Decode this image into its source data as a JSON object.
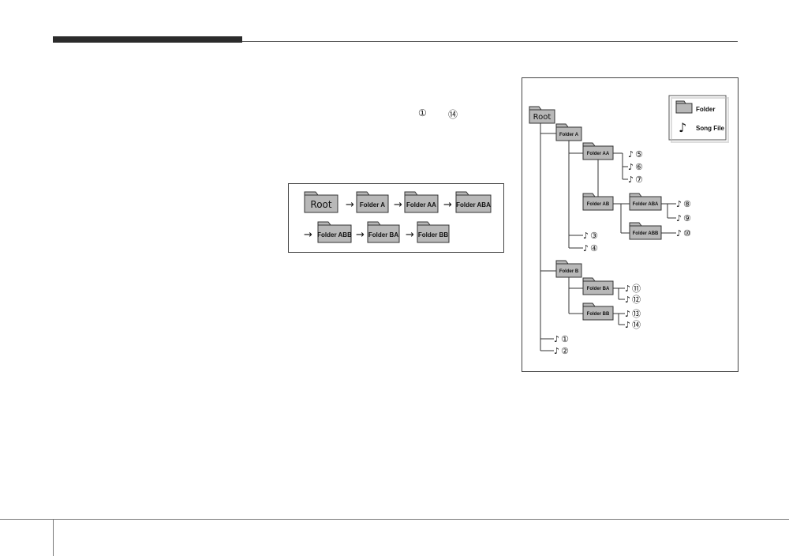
{
  "text": {
    "first_number": "①",
    "last_number": "⑭"
  },
  "order": {
    "row1": [
      "Root",
      "Folder A",
      "Folder AA",
      "Folder ABA"
    ],
    "row2": [
      "Folder ABB",
      "Folder BA",
      "Folder BB"
    ],
    "arrow": "→"
  },
  "tree": {
    "legend": {
      "folder": "Folder",
      "song": "Song File"
    },
    "note_glyph": "♪",
    "folders": {
      "root": "Root",
      "a": "Folder A",
      "aa": "Folder AA",
      "ab": "Folder AB",
      "aba": "Folder ABA",
      "abb": "Folder ABB",
      "b": "Folder B",
      "ba": "Folder BA",
      "bb": "Folder BB"
    },
    "songs": {
      "s1": "①",
      "s2": "②",
      "s3": "③",
      "s4": "④",
      "s5": "⑤",
      "s6": "⑥",
      "s7": "⑦",
      "s8": "⑧",
      "s9": "⑨",
      "s10": "⑩",
      "s11": "⑪",
      "s12": "⑫",
      "s13": "⑬",
      "s14": "⑭"
    }
  }
}
